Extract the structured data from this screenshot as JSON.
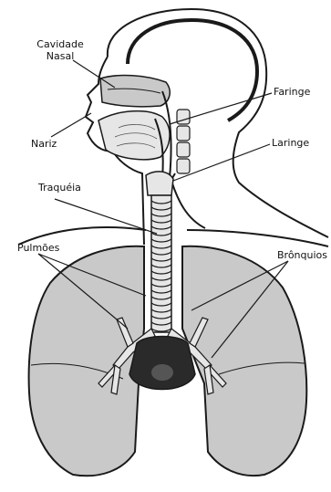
{
  "labels": {
    "cavidade_nasal_line1": "Cavidade",
    "cavidade_nasal_line2": "Nasal",
    "nariz": "Nariz",
    "faringe": "Faringe",
    "laringe": "Laringe",
    "traqueia": "Traquéia",
    "pulmoes": "Pulmões",
    "bronquios": "Brônquios"
  },
  "colors": {
    "outline": "#1a1a1a",
    "lung_fill": "#c9c9c9",
    "tissue_fill": "#e6e6e6",
    "dark_fill": "#2a2a2a"
  }
}
